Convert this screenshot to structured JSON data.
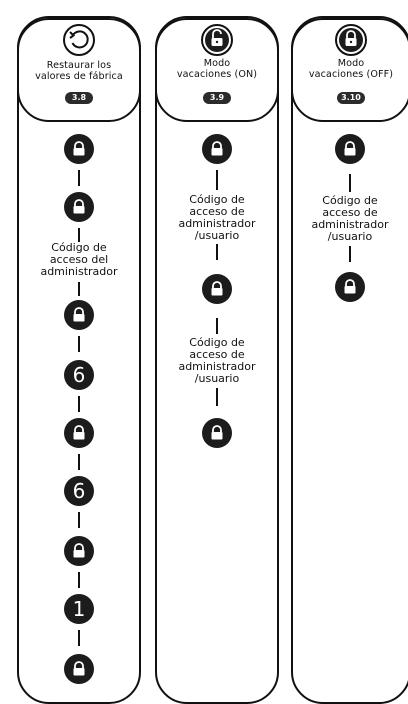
{
  "columns": [
    {
      "title": "Restaurar los\nvalores de fábrica",
      "badge": "3.8",
      "header_icon": "restore-icon",
      "steps": [
        {
          "kind": "lock"
        },
        {
          "kind": "lock"
        },
        {
          "kind": "text",
          "text": "Código de\nacceso del\nadministrador"
        },
        {
          "kind": "lock"
        },
        {
          "kind": "digit",
          "text": "6"
        },
        {
          "kind": "lock"
        },
        {
          "kind": "digit",
          "text": "6"
        },
        {
          "kind": "lock"
        },
        {
          "kind": "digit",
          "text": "1"
        },
        {
          "kind": "lock"
        }
      ]
    },
    {
      "title": "Modo\nvacaciones (ON)",
      "badge": "3.9",
      "header_icon": "unlocked-padlock-icon",
      "steps": [
        {
          "kind": "lock"
        },
        {
          "kind": "text",
          "text": "Código de\nacceso de\nadministrador\n/usuario"
        },
        {
          "kind": "lock"
        },
        {
          "kind": "text",
          "text": "Código de\nacceso de\nadministrador\n/usuario"
        },
        {
          "kind": "lock"
        }
      ]
    },
    {
      "title": "Modo\nvacaciones (OFF)",
      "badge": "3.10",
      "header_icon": "locked-padlock-icon",
      "steps": [
        {
          "kind": "lock"
        },
        {
          "kind": "text",
          "text": "Código de\nacceso de\nadministrador\n/usuario"
        },
        {
          "kind": "lock"
        }
      ]
    }
  ]
}
